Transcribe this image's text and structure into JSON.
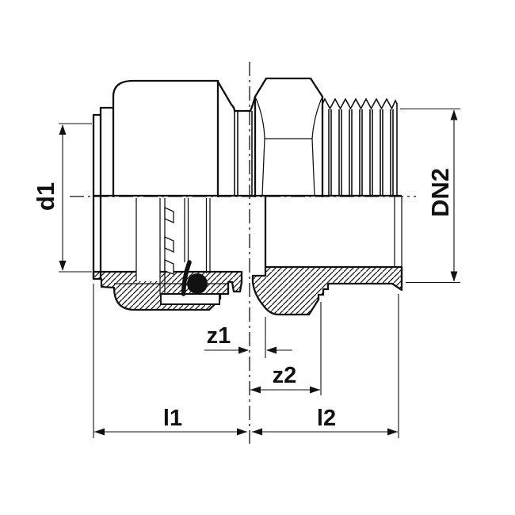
{
  "drawing": {
    "title": "Press fitting with male thread adapter - sectional dimension drawing",
    "colors": {
      "line": "#111111",
      "background": "#ffffff"
    },
    "labels": {
      "d1": "d1",
      "dn2": "DN2",
      "z1": "z1",
      "z2": "z2",
      "l1": "l1",
      "l2": "l2"
    }
  }
}
